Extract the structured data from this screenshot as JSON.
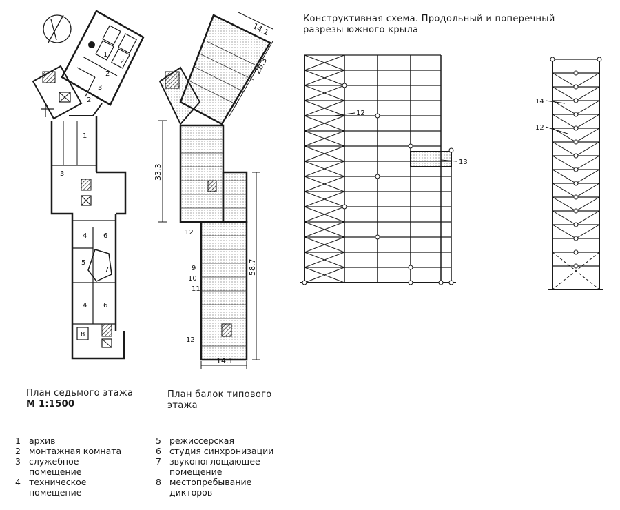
{
  "captions": {
    "plan7_line1": "План седьмого этажа",
    "plan7_scale": "М 1:1500",
    "beams_line1": "План балок типового",
    "beams_line2": "этажа",
    "scheme_line1": "Конструктивная схема. Продольный и поперечный",
    "scheme_line2": "разрезы южного крыла"
  },
  "legend_left": [
    {
      "num": "1",
      "text": "архив"
    },
    {
      "num": "2",
      "text": "монтажная комната"
    },
    {
      "num": "3",
      "text": "служебное\nпомещение"
    },
    {
      "num": "4",
      "text": "техническое\nпомещение"
    }
  ],
  "legend_right": [
    {
      "num": "5",
      "text": "режиссерская"
    },
    {
      "num": "6",
      "text": "студия синхронизации"
    },
    {
      "num": "7",
      "text": "звукопоглощающее\nпомещение"
    },
    {
      "num": "8",
      "text": "местопребывание\nдикторов"
    }
  ],
  "plan_labels": {
    "r1a": "1",
    "r2a": "2",
    "r2b": "2",
    "r3a": "3",
    "r2c": "2",
    "r1b": "1",
    "r3b": "3",
    "r4a": "4",
    "r6a": "6",
    "r5": "5",
    "r7": "7",
    "r4b": "4",
    "r6b": "6",
    "r8": "8"
  },
  "dimensions": {
    "d_top": "14.1",
    "d_diag": "28.3",
    "d_left": "33.3",
    "d_right": "58.7",
    "d_bottom": "14.1"
  },
  "beam_labels": {
    "b12a": "12",
    "b9": "9",
    "b10": "10",
    "b11": "11",
    "b12b": "12"
  },
  "section_labels": {
    "s12": "12",
    "s13": "13",
    "s14": "14",
    "s12b": "12"
  },
  "colors": {
    "ink": "#1a1a1a",
    "hatch": "#555555"
  }
}
